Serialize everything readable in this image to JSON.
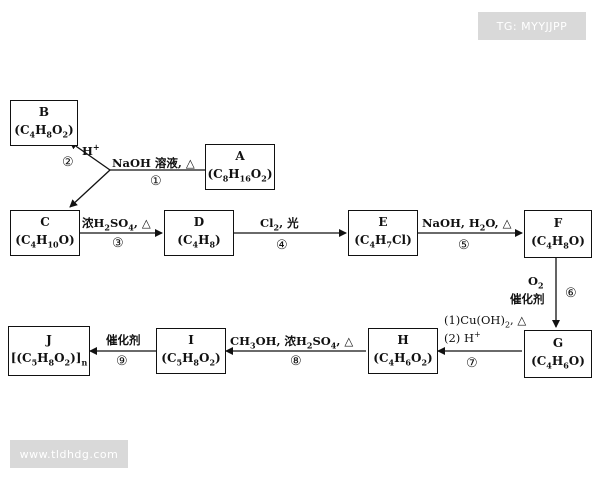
{
  "watermarks": {
    "top": "TG: MYYJJPP",
    "bottom": "www.tldhdg.com"
  },
  "nodes": {
    "A": {
      "name": "A",
      "formula_html": "(C<sub>8</sub>H<sub>16</sub>O<sub>2</sub>)"
    },
    "B": {
      "name": "B",
      "formula_html": "(C<sub>4</sub>H<sub>8</sub>O<sub>2</sub>)"
    },
    "C": {
      "name": "C",
      "formula_html": "(C<sub>4</sub>H<sub>10</sub>O)"
    },
    "D": {
      "name": "D",
      "formula_html": "(C<sub>4</sub>H<sub>8</sub>)"
    },
    "E": {
      "name": "E",
      "formula_html": "(C<sub>4</sub>H<sub>7</sub>Cl)"
    },
    "F": {
      "name": "F",
      "formula_html": "(C<sub>4</sub>H<sub>8</sub>O)"
    },
    "G": {
      "name": "G",
      "formula_html": "(C<sub>4</sub>H<sub>6</sub>O)"
    },
    "H": {
      "name": "H",
      "formula_html": "(C<sub>4</sub>H<sub>6</sub>O<sub>2</sub>)"
    },
    "I": {
      "name": "I",
      "formula_html": "(C<sub>5</sub>H<sub>8</sub>O<sub>2</sub>)"
    },
    "J": {
      "name": "J",
      "formula_html": "[(C<sub>5</sub>H<sub>8</sub>O<sub>2</sub>)]<sub>n</sub>"
    }
  },
  "conditions": {
    "s1": "NaOH 溶液, △",
    "s2": "H<sup>+</sup>",
    "s3": "浓H<sub>2</sub>SO<sub>4</sub>, △",
    "s4": "Cl<sub>2</sub>, 光",
    "s5": "NaOH, H<sub>2</sub>O, △",
    "s6a": "O<sub>2</sub>",
    "s6b": "催化剂",
    "s7a": "(1)Cu(OH)<sub>2</sub>, △",
    "s7b": "(2) H<sup>+</sup>",
    "s8": "CH<sub>3</sub>OH, 浓H<sub>2</sub>SO<sub>4</sub>, △",
    "s9": "催化剂"
  },
  "step_numbers": {
    "n1": "①",
    "n2": "②",
    "n3": "③",
    "n4": "④",
    "n5": "⑤",
    "n6": "⑥",
    "n7": "⑦",
    "n8": "⑧",
    "n9": "⑨"
  }
}
